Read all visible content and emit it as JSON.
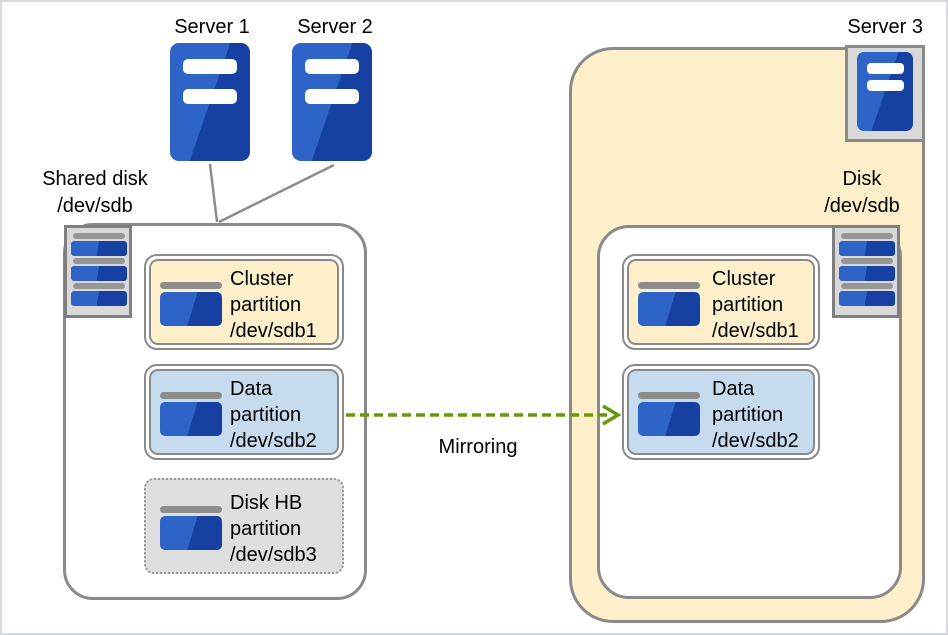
{
  "diagram": {
    "title_labels": {
      "server1": "Server 1",
      "server2": "Server 2",
      "server3": "Server 3"
    },
    "shared_disk_label": {
      "line1": "Shared disk",
      "line2": "/dev/sdb"
    },
    "disk_label": {
      "line1": "Disk",
      "line2": "/dev/sdb"
    },
    "mirroring_label": "Mirroring",
    "left_disk": {
      "partitions": [
        {
          "name_line1": "Cluster",
          "name_line2": "partition",
          "device": "/dev/sdb1",
          "fill": "#FCEFCA",
          "border": "double-solid"
        },
        {
          "name_line1": "Data",
          "name_line2": "partition",
          "device": "/dev/sdb2",
          "fill": "#C7DBEF",
          "border": "double-solid"
        },
        {
          "name_line1": "Disk HB",
          "name_line2": "partition",
          "device": "/dev/sdb3",
          "fill": "#DFDFDF",
          "border": "dotted"
        }
      ]
    },
    "right_disk": {
      "partitions": [
        {
          "name_line1": "Cluster",
          "name_line2": "partition",
          "device": "/dev/sdb1",
          "fill": "#FCEFCA",
          "border": "double-solid"
        },
        {
          "name_line1": "Data",
          "name_line2": "partition",
          "device": "/dev/sdb2",
          "fill": "#C7DBEF",
          "border": "double-solid"
        }
      ]
    },
    "icons": {
      "server": "server-tower-icon",
      "disk": "disk-stack-icon",
      "partition": "partition-disk-icon"
    },
    "colors": {
      "server_blue_light": "#2E63C7",
      "server_blue_dark": "#1641A3",
      "tan_fill": "#FCEFCA",
      "data_blue_fill": "#C7DBEF",
      "hb_gray_fill": "#DFDFDF",
      "box_border_gray": "#8A8A8A",
      "connector_gray": "#8C8C8C",
      "mirroring_arrow_green": "#66990A"
    }
  }
}
